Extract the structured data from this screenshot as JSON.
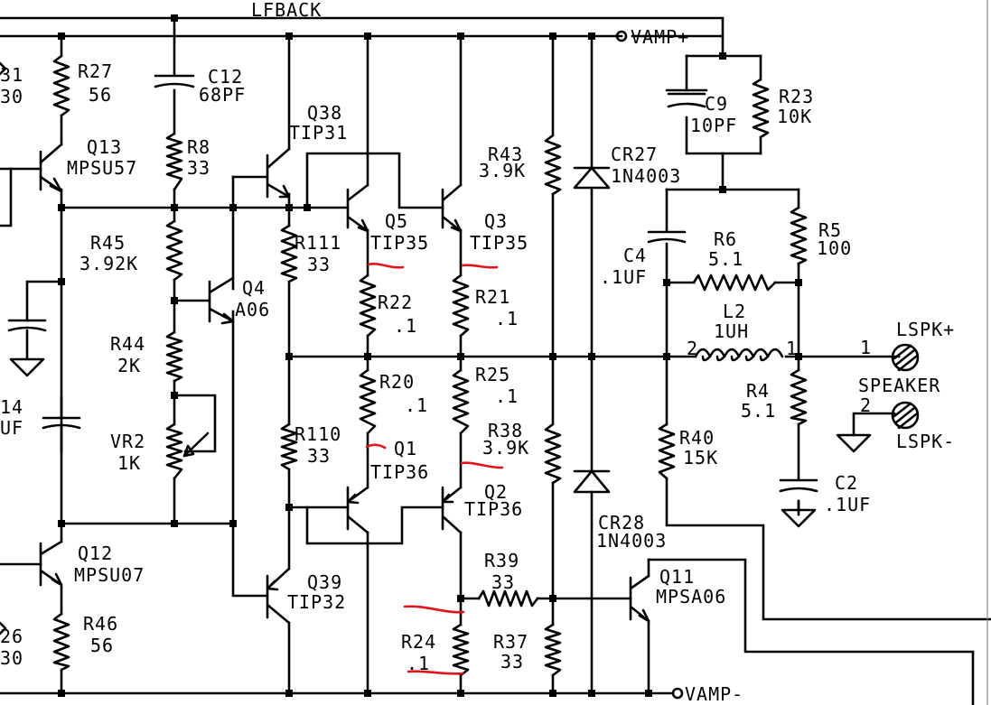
{
  "nets": {
    "feedback": "LFBACK",
    "vpos": "VAMP+",
    "vneg": "VAMP-"
  },
  "resistors": {
    "R31": {
      "ref": "31",
      "value": "30"
    },
    "R27": {
      "ref": "R27",
      "value": "56"
    },
    "R8": {
      "ref": "R8",
      "value": "33"
    },
    "R45": {
      "ref": "R45",
      "value": "3.92K"
    },
    "R44": {
      "ref": "R44",
      "value": "2K"
    },
    "R111": {
      "ref": "R111",
      "value": "33"
    },
    "R110": {
      "ref": "R110",
      "value": "33"
    },
    "R22": {
      "ref": "R22",
      "value": ".1"
    },
    "R21": {
      "ref": "R21",
      "value": ".1"
    },
    "R20": {
      "ref": "R20",
      "value": ".1"
    },
    "R25": {
      "ref": "R25",
      "value": ".1"
    },
    "R43": {
      "ref": "R43",
      "value": "3.9K"
    },
    "R38": {
      "ref": "R38",
      "value": "3.9K"
    },
    "R39": {
      "ref": "R39",
      "value": "33"
    },
    "R24": {
      "ref": "R24",
      "value": ".1"
    },
    "R37": {
      "ref": "R37",
      "value": "33"
    },
    "R23": {
      "ref": "R23",
      "value": "10K"
    },
    "R5": {
      "ref": "R5",
      "value": "100"
    },
    "R6": {
      "ref": "R6",
      "value": "5.1"
    },
    "R4": {
      "ref": "R4",
      "value": "5.1"
    },
    "R40": {
      "ref": "R40",
      "value": "15K"
    },
    "R46": {
      "ref": "R46",
      "value": "56"
    },
    "R26": {
      "ref": "26",
      "value": "30"
    }
  },
  "capacitors": {
    "C12": {
      "ref": "C12",
      "value": "68PF"
    },
    "C9": {
      "ref": "C9",
      "value": "10PF"
    },
    "C4": {
      "ref": "C4",
      "value": ".1UF"
    },
    "C2": {
      "ref": "C2",
      "value": ".1UF"
    },
    "C14": {
      "ref": "14",
      "value": "UF"
    }
  },
  "transistors": {
    "Q13": {
      "ref": "Q13",
      "part": "MPSU57"
    },
    "Q38": {
      "ref": "Q38",
      "part": "TIP31"
    },
    "Q5": {
      "ref": "Q5",
      "part": "TIP35"
    },
    "Q3": {
      "ref": "Q3",
      "part": "TIP35"
    },
    "Q4": {
      "ref": "Q4",
      "part": "A06"
    },
    "Q1": {
      "ref": "Q1",
      "part": "TIP36"
    },
    "Q2": {
      "ref": "Q2",
      "part": "TIP36"
    },
    "Q39": {
      "ref": "Q39",
      "part": "TIP32"
    },
    "Q12": {
      "ref": "Q12",
      "part": "MPSU07"
    },
    "Q11": {
      "ref": "Q11",
      "part": "MPSA06"
    }
  },
  "diodes": {
    "CR27": {
      "ref": "CR27",
      "part": "1N4003"
    },
    "CR28": {
      "ref": "CR28",
      "part": "1N4003"
    }
  },
  "pots": {
    "VR2": {
      "ref": "VR2",
      "value": "1K"
    }
  },
  "inductors": {
    "L2": {
      "ref": "L2",
      "value": "1UH",
      "pin_a": "2",
      "pin_b": "1"
    }
  },
  "speaker": {
    "title": "SPEAKER",
    "plus": "LSPK+",
    "minus": "LSPK-",
    "pin1": "1",
    "pin2": "2"
  },
  "annotations": {
    "marker_color": "#e0141c"
  }
}
